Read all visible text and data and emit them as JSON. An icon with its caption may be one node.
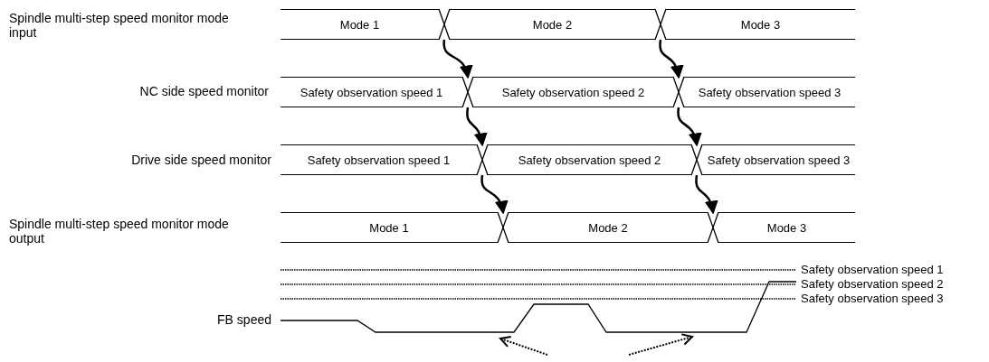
{
  "diagram": {
    "nodes": [
      {
        "text": [
          "Mode 1"
        ]
      },
      {
        "text": [],
        "shape": "cross"
      },
      {
        "text": [
          "Mode 2"
        ]
      },
      {
        "text": [],
        "shape": "cross"
      },
      {
        "text": [
          "Mode 3"
        ]
      },
      {
        "text": [
          "Safety observation speed 1"
        ]
      },
      {
        "text": [],
        "shape": "cross"
      },
      {
        "text": [
          "Safety observation speed 2"
        ]
      },
      {
        "text": [],
        "shape": "cross"
      },
      {
        "text": [
          "Safety observation speed 3"
        ]
      },
      {
        "text": [
          "Safety observation speed 1"
        ]
      },
      {
        "text": [],
        "shape": "cross"
      },
      {
        "text": [
          "Safety observation speed 2"
        ]
      },
      {
        "text": [],
        "shape": "cross"
      },
      {
        "text": [
          "Safety observation speed 3"
        ]
      },
      {
        "text": [
          "Mode 1"
        ]
      },
      {
        "text": [],
        "shape": "cross"
      },
      {
        "text": [
          "Mode 2"
        ]
      },
      {
        "text": [],
        "shape": "cross"
      },
      {
        "text": [
          "Mode 3"
        ]
      }
    ],
    "edges": [
      {
        "from": 1,
        "to": 6,
        "arrow": "to"
      },
      {
        "from": 3,
        "to": 8,
        "arrow": "to"
      },
      {
        "from": 6,
        "to": 11,
        "arrow": "to"
      },
      {
        "from": 8,
        "to": 13,
        "arrow": "to"
      },
      {
        "from": 11,
        "to": 16,
        "arrow": "to"
      },
      {
        "from": 13,
        "to": 18,
        "arrow": "to"
      }
    ],
    "labels": [
      "Spindle multi-step speed monitor mode input",
      "NC side speed monitor",
      "Drive side speed monitor",
      "Spindle multi-step speed monitor mode output",
      "Safety observation speed 1",
      "Safety observation speed 2",
      "FB speed",
      "Safety observation speed 3"
    ]
  }
}
